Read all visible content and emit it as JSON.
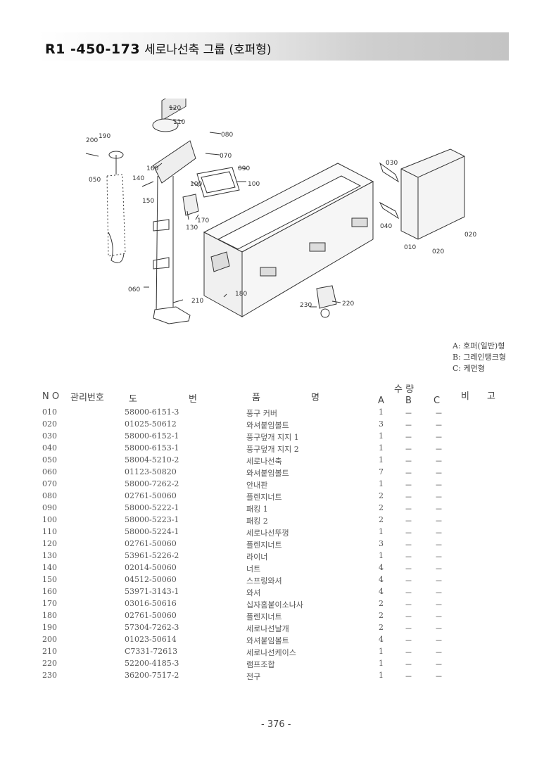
{
  "header": {
    "code": "R1 -450-173",
    "title_ko": "세로나선축 그룹 (호퍼형)"
  },
  "callouts": [
    "120",
    "110",
    "080",
    "200",
    "190",
    "070",
    "160",
    "090",
    "050",
    "140",
    "100",
    "150",
    "100",
    "030",
    "130",
    "170",
    "040",
    "020",
    "010",
    "020",
    "060",
    "180",
    "220",
    "230",
    "210"
  ],
  "legend": [
    "A: 호퍼(일반)형",
    "B: 그레인탱크형",
    "C: 케먼형"
  ],
  "table_header": {
    "no": "N O",
    "mgmt": "관리번호",
    "drawing_a": "도",
    "drawing_b": "번",
    "name_a": "품",
    "name_b": "명",
    "qty": "수  량",
    "remarks_a": "비",
    "remarks_b": "고",
    "col_a": "A",
    "col_b": "B",
    "col_c": "C"
  },
  "parts": [
    {
      "no": "010",
      "pn": "58000-6151-3",
      "name": "풍구 커버",
      "a": "1",
      "b": "－",
      "c": "－"
    },
    {
      "no": "020",
      "pn": "01025-50612",
      "name": "와셔붙임볼트",
      "a": "3",
      "b": "－",
      "c": "－"
    },
    {
      "no": "030",
      "pn": "58000-6152-1",
      "name": "풍구덮개 지지 1",
      "a": "1",
      "b": "－",
      "c": "－"
    },
    {
      "no": "040",
      "pn": "58000-6153-1",
      "name": "풍구덮개 지지 2",
      "a": "1",
      "b": "－",
      "c": "－"
    },
    {
      "no": "050",
      "pn": "58004-5210-2",
      "name": "세로나선축",
      "a": "1",
      "b": "－",
      "c": "－"
    },
    {
      "no": "060",
      "pn": "01123-50820",
      "name": "와셔붙임볼트",
      "a": "7",
      "b": "－",
      "c": "－"
    },
    {
      "no": "070",
      "pn": "58000-7262-2",
      "name": "안내판",
      "a": "1",
      "b": "－",
      "c": "－"
    },
    {
      "no": "080",
      "pn": "02761-50060",
      "name": "플렌지너트",
      "a": "2",
      "b": "－",
      "c": "－"
    },
    {
      "no": "090",
      "pn": "58000-5222-1",
      "name": "패킹 1",
      "a": "2",
      "b": "－",
      "c": "－"
    },
    {
      "no": "100",
      "pn": "58000-5223-1",
      "name": "패킹 2",
      "a": "2",
      "b": "－",
      "c": "－"
    },
    {
      "no": "110",
      "pn": "58000-5224-1",
      "name": "세로나선뚜껑",
      "a": "1",
      "b": "－",
      "c": "－"
    },
    {
      "no": "120",
      "pn": "02761-50060",
      "name": "플렌지너트",
      "a": "3",
      "b": "－",
      "c": "－"
    },
    {
      "no": "130",
      "pn": "53961-5226-2",
      "name": "라이너",
      "a": "1",
      "b": "－",
      "c": "－"
    },
    {
      "no": "140",
      "pn": "02014-50060",
      "name": "너트",
      "a": "4",
      "b": "－",
      "c": "－"
    },
    {
      "no": "150",
      "pn": "04512-50060",
      "name": "스프링와셔",
      "a": "4",
      "b": "－",
      "c": "－"
    },
    {
      "no": "160",
      "pn": "53971-3143-1",
      "name": "와셔",
      "a": "4",
      "b": "－",
      "c": "－"
    },
    {
      "no": "170",
      "pn": "03016-50616",
      "name": "십자홈붙이소나사",
      "a": "2",
      "b": "－",
      "c": "－"
    },
    {
      "no": "180",
      "pn": "02761-50060",
      "name": "플렌지너트",
      "a": "2",
      "b": "－",
      "c": "－"
    },
    {
      "no": "190",
      "pn": "57304-7262-3",
      "name": "세로나선날개",
      "a": "2",
      "b": "－",
      "c": "－"
    },
    {
      "no": "200",
      "pn": "01023-50614",
      "name": "와셔붙임볼트",
      "a": "4",
      "b": "－",
      "c": "－"
    },
    {
      "no": "210",
      "pn": "C7331-72613",
      "name": "세로나선케이스",
      "a": "1",
      "b": "－",
      "c": "－"
    },
    {
      "no": "220",
      "pn": "52200-4185-3",
      "name": "램프조합",
      "a": "1",
      "b": "－",
      "c": "－"
    },
    {
      "no": "230",
      "pn": "36200-7517-2",
      "name": "전구",
      "a": "1",
      "b": "－",
      "c": "－"
    }
  ],
  "page_number": "- 376 -"
}
